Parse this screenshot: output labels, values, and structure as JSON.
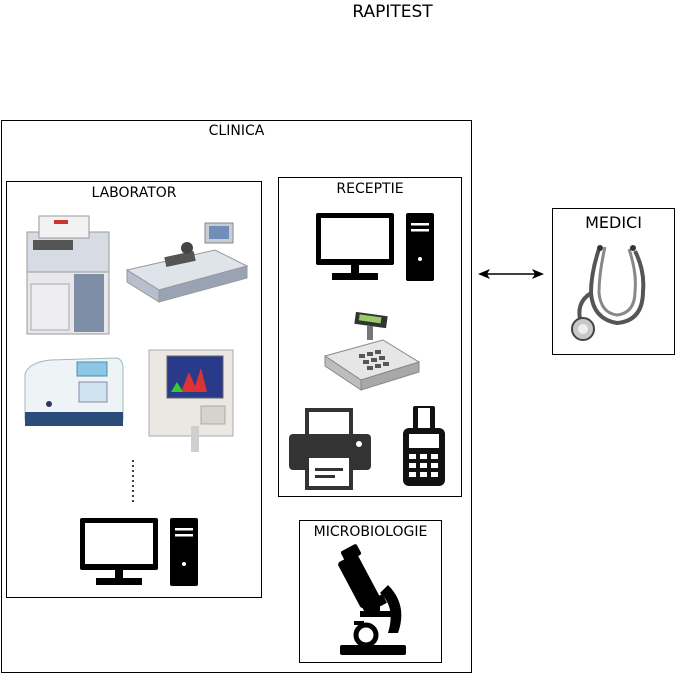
{
  "title": "RAPITEST",
  "clinica": {
    "label": "CLINICA",
    "laborator": {
      "label": "LABORATOR",
      "devices": [
        "lab-analyzer-icon",
        "slide-stainer-icon",
        "spectrophotometer-icon",
        "hematology-analyzer-icon",
        "desktop-computer-icon"
      ]
    },
    "receptie": {
      "label": "RECEPTIE",
      "devices": [
        "desktop-computer-icon",
        "cash-register-icon",
        "printer-icon",
        "pos-terminal-icon"
      ]
    },
    "microbiologie": {
      "label": "MICROBIOLOGIE",
      "devices": [
        "microscope-icon"
      ]
    }
  },
  "medici": {
    "label": "MEDICI",
    "devices": [
      "stethoscope-icon"
    ]
  },
  "connector": "bidirectional-arrow"
}
